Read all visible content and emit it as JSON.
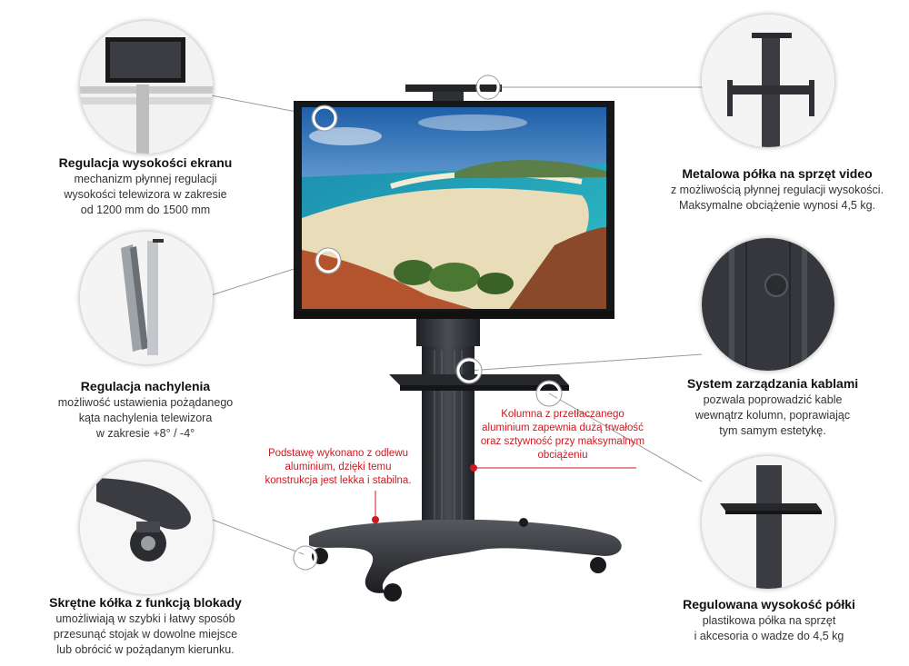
{
  "callouts": {
    "screen_height": {
      "title": "Regulacja wysokości ekranu",
      "lines": [
        "mechanizm płynnej regulacji",
        "wysokości telewizora w zakresie",
        "od 1200 mm do 1500 mm"
      ]
    },
    "tilt": {
      "title": "Regulacja nachylenia",
      "lines": [
        "możliwość ustawienia pożądanego",
        "kąta nachylenia telewizora",
        "w zakresie +8° / -4°"
      ]
    },
    "wheels": {
      "title": "Skrętne kółka z funkcją blokady",
      "lines": [
        "umożliwiają w szybki i łatwy sposób",
        "przesunąć stojak w dowolne miejsce",
        "lub obrócić w pożądanym kierunku."
      ]
    },
    "video_shelf": {
      "title": "Metalowa półka na sprzęt video",
      "lines": [
        "z możliwością płynnej regulacji wysokości.",
        "Maksymalne obciążenie wynosi 4,5 kg."
      ]
    },
    "cable": {
      "title": "System zarządzania kablami",
      "lines": [
        "pozwala poprowadzić kable",
        "wewnątrz kolumn, poprawiając",
        "tym samym estetykę."
      ]
    },
    "shelf_height": {
      "title": "Regulowana wysokość półki",
      "lines": [
        "plastikowa półka na sprzęt",
        "i akcesoria o wadze do 4,5 kg"
      ]
    }
  },
  "notes": {
    "base": {
      "lines": [
        "Podstawę wykonano z odlewu",
        "aluminium, dzięki temu",
        "konstrukcja jest lekka i stabilna."
      ]
    },
    "column": {
      "lines": [
        "Kolumna z przetłaczanego",
        "aluminium zapewnia dużą trwałość",
        "oraz sztywność przy maksymalnym",
        "obciążeniu"
      ]
    }
  },
  "colors": {
    "accent_red": "#d0181f",
    "stand_dark": "#2a2c30",
    "connector_gray": "#9a9a9a"
  }
}
